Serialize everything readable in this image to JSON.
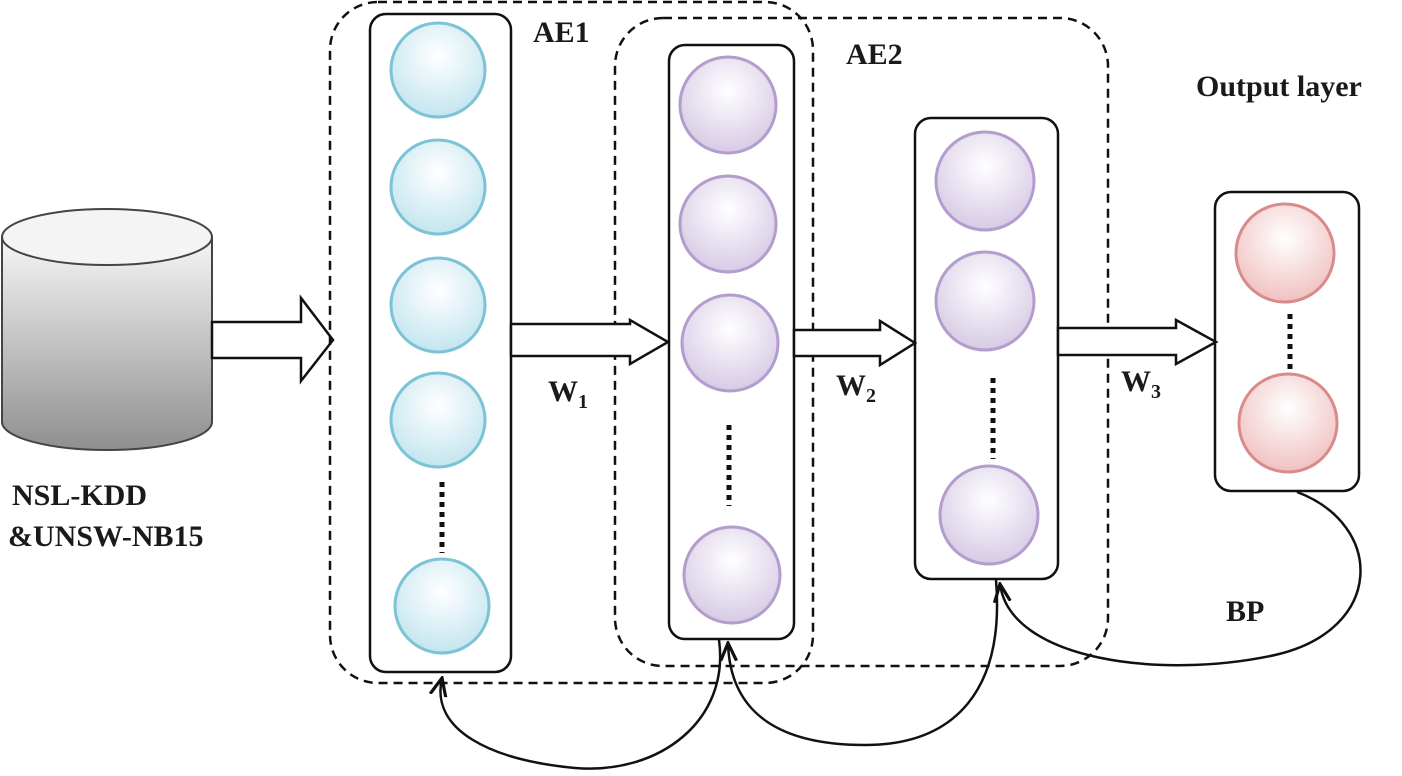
{
  "dataset": {
    "line1": "NSL-KDD",
    "line2": "&UNSW-NB15"
  },
  "groups": {
    "ae1": "AE1",
    "ae2": "AE2",
    "output": "Output layer"
  },
  "weights": [
    {
      "letter": "W",
      "index": "1"
    },
    {
      "letter": "W",
      "index": "2"
    },
    {
      "letter": "W",
      "index": "3"
    }
  ],
  "feedback": {
    "label": "BP"
  },
  "colors": {
    "input_neuron": "#7cc3d6",
    "hidden_neuron": "#b49ccd",
    "output_neuron": "#d98b8b",
    "line": "#111111"
  },
  "layers": [
    {
      "name": "input-layer",
      "visible_neurons": 5
    },
    {
      "name": "hidden-layer-1",
      "visible_neurons": 4
    },
    {
      "name": "hidden-layer-2",
      "visible_neurons": 3
    },
    {
      "name": "output-layer",
      "visible_neurons": 2
    }
  ]
}
